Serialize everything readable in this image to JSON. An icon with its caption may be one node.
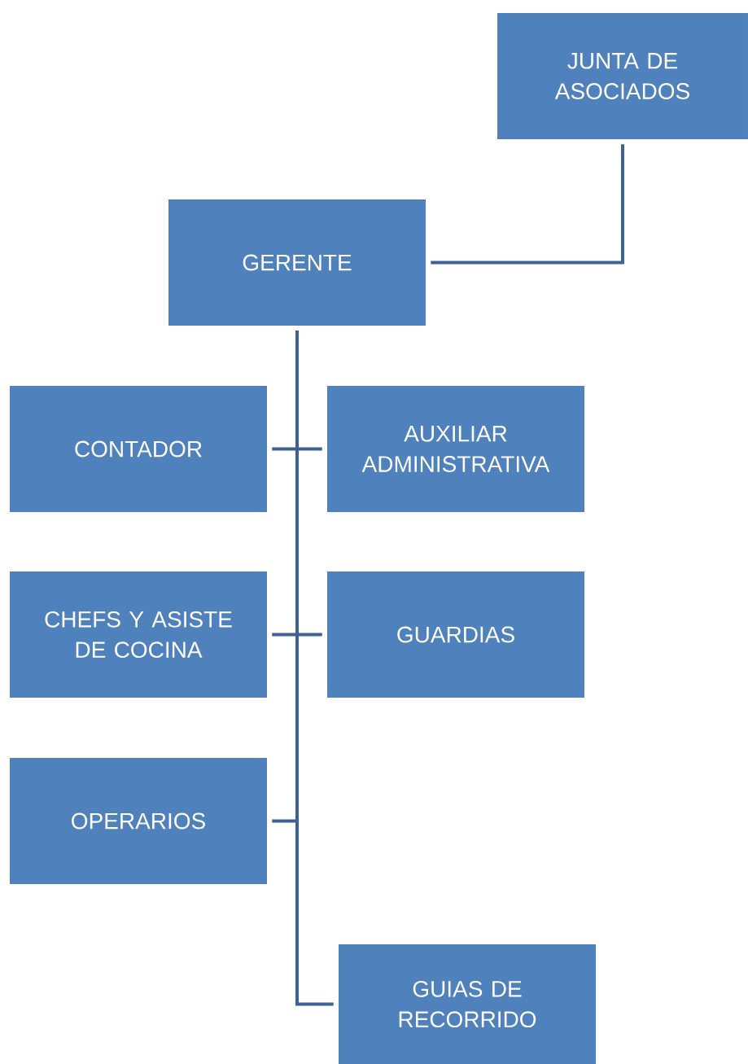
{
  "diagram": {
    "nodes": [
      {
        "text": [
          "JUNTA DE ASOCIADOS"
        ]
      },
      {
        "text": [
          "GERENTE"
        ]
      },
      {
        "text": [
          "CONTADOR"
        ]
      },
      {
        "text": [
          "AUXILIAR ADMINISTRATIVA"
        ]
      },
      {
        "text": [
          "CHEFS Y ASISTE DE COCINA"
        ]
      },
      {
        "text": [
          "GUARDIAS"
        ]
      },
      {
        "text": [
          "OPERARIOS"
        ]
      },
      {
        "text": [
          "GUIAS DE RECORRIDO"
        ]
      }
    ],
    "edges": [
      {
        "from": 0,
        "to": 1,
        "arrow": "none"
      },
      {
        "from": 1,
        "to": 2,
        "arrow": "none"
      },
      {
        "from": 1,
        "to": 3,
        "arrow": "none"
      },
      {
        "from": 1,
        "to": 4,
        "arrow": "none"
      },
      {
        "from": 1,
        "to": 5,
        "arrow": "none"
      },
      {
        "from": 1,
        "to": 6,
        "arrow": "none"
      },
      {
        "from": 1,
        "to": 7,
        "arrow": "none"
      }
    ]
  }
}
